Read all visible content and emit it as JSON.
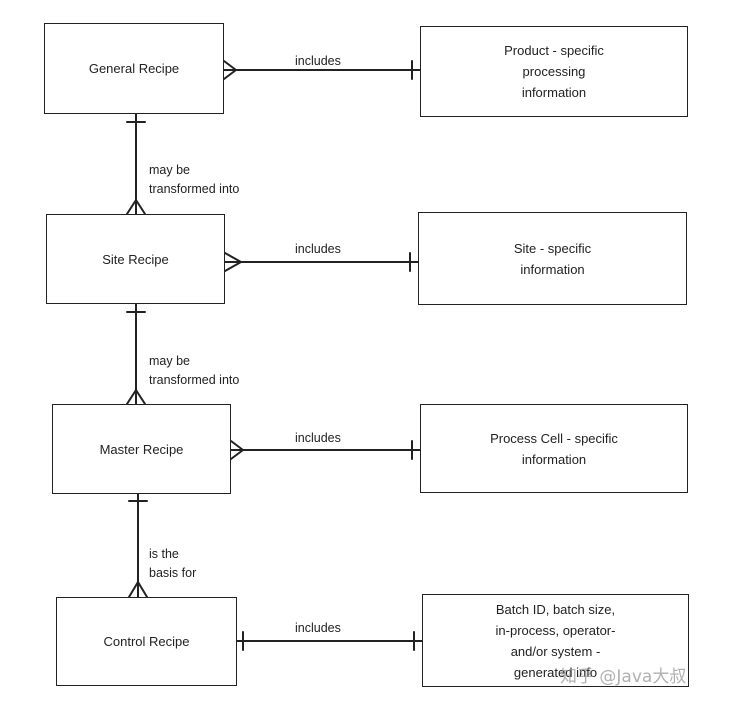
{
  "recipes": [
    {
      "id": "general",
      "label": "General Recipe"
    },
    {
      "id": "site",
      "label": "Site Recipe"
    },
    {
      "id": "master",
      "label": "Master Recipe"
    },
    {
      "id": "control",
      "label": "Control Recipe"
    }
  ],
  "info": [
    {
      "id": "product",
      "label": "Product - specific\nprocessing\ninformation"
    },
    {
      "id": "site_info",
      "label": "Site - specific\ninformation"
    },
    {
      "id": "cell",
      "label": "Process Cell - specific\ninformation"
    },
    {
      "id": "batch",
      "label": "Batch ID, batch size,\nin-process, operator-\nand/or system -\ngenerated info"
    }
  ],
  "relations": {
    "includes": [
      "includes",
      "includes",
      "includes",
      "includes"
    ],
    "vertical": [
      "may be\ntransformed into",
      "may be\ntransformed into",
      "is the\nbasis for"
    ]
  },
  "watermark": "知乎 @Java大叔"
}
